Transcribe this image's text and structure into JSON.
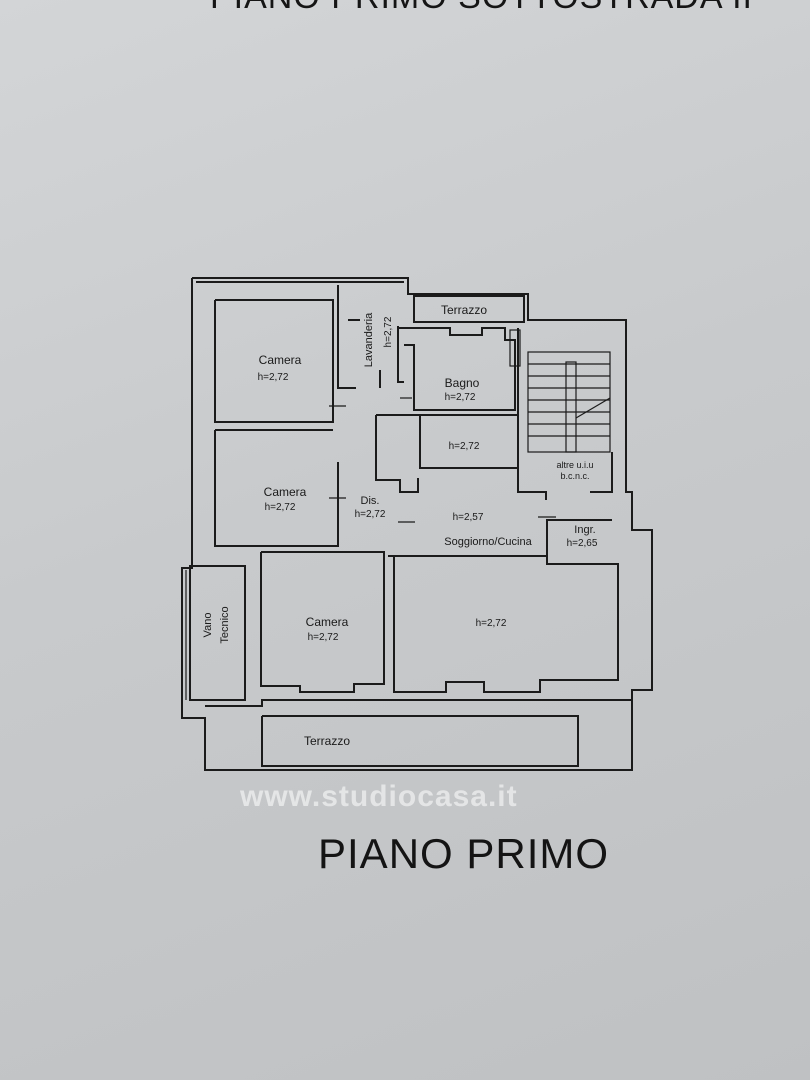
{
  "header": {
    "cut_title": "PIANO PRIMO SOTTOSTRADA II"
  },
  "title": "PIANO PRIMO",
  "watermark": "www.studiocasa.it",
  "rooms": [
    {
      "name": "Camera",
      "height": "h=2,72"
    },
    {
      "name": "Lavanderia",
      "height": "h=2,72"
    },
    {
      "name": "Terrazzo"
    },
    {
      "name": "Bagno",
      "height": "h=2,72"
    },
    {
      "name": "",
      "height": "h=2,72"
    },
    {
      "name": "Camera",
      "height": "h=2,72"
    },
    {
      "name": "Dis.",
      "height": "h=2,72"
    },
    {
      "name": "Soggiorno/Cucina",
      "height": "h=2,57"
    },
    {
      "name": "Ingr.",
      "height": "h=2,65"
    },
    {
      "name": "altre u.i.u",
      "height": "b.c.n.c."
    },
    {
      "name": "Vano",
      "height": "Tecnico"
    },
    {
      "name": "Camera",
      "height": "h=2,72"
    },
    {
      "name": "",
      "height": "h=2,72"
    },
    {
      "name": "Terrazzo"
    }
  ]
}
